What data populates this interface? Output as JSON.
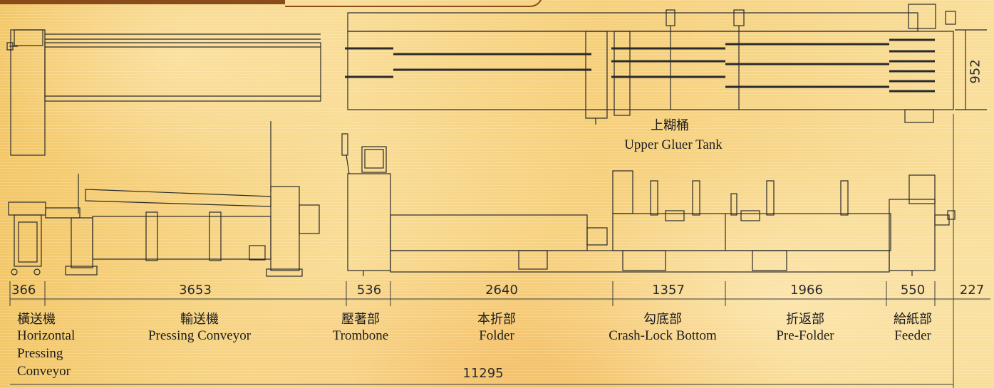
{
  "diagram": {
    "upper_tank": {
      "zh": "上糊桶",
      "en": "Upper Gluer Tank"
    },
    "height_dim": "952",
    "dimensions": [
      "366",
      "3653",
      "536",
      "2640",
      "1357",
      "1966",
      "550",
      "227"
    ],
    "total_length": "11295",
    "sections": [
      {
        "zh": "橫送機",
        "en_lines": [
          "Horizontal",
          "Pressing",
          "Conveyor"
        ]
      },
      {
        "zh": "輸送機",
        "en": "Pressing Conveyor"
      },
      {
        "zh": "壓著部",
        "en": "Trombone"
      },
      {
        "zh": "本折部",
        "en": "Folder"
      },
      {
        "zh": "勾底部",
        "en": "Crash-Lock Bottom"
      },
      {
        "zh": "折返部",
        "en": "Pre-Folder"
      },
      {
        "zh": "給紙部",
        "en": "Feeder"
      }
    ]
  }
}
